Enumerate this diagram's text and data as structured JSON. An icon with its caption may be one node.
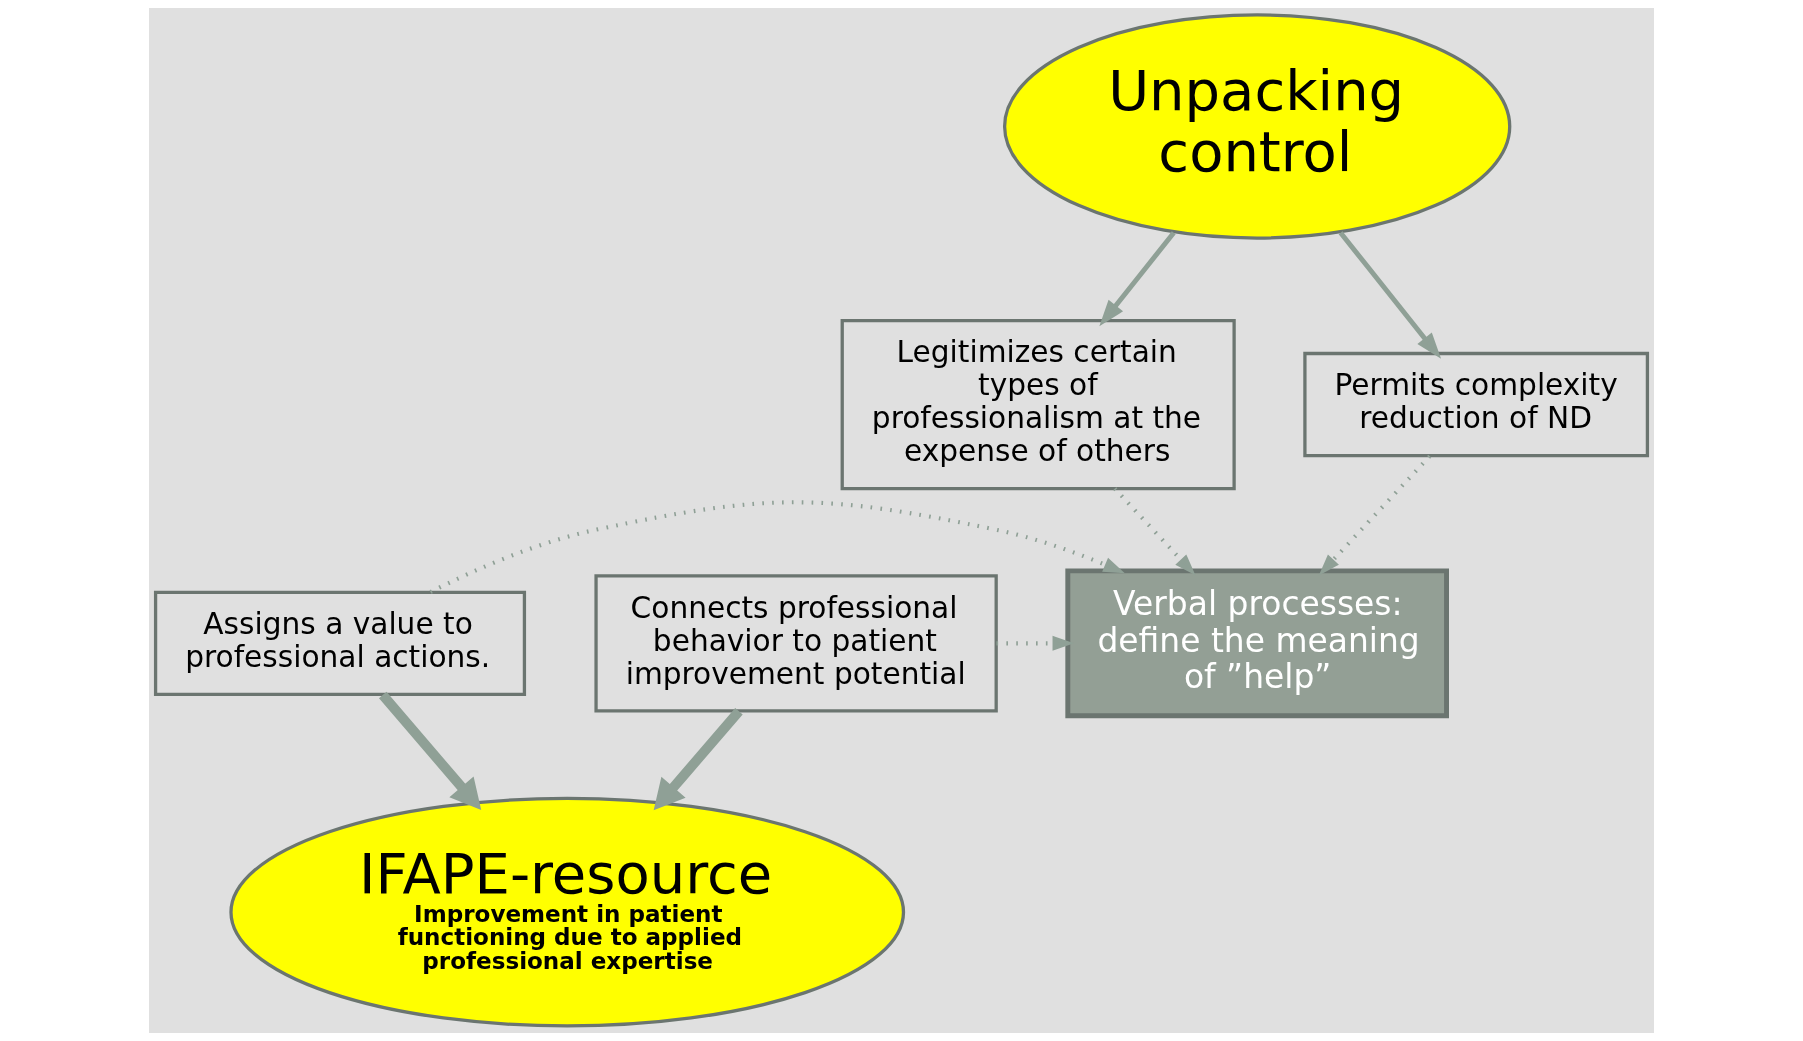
{
  "diagram": {
    "nodes": [
      {
        "text": [
          "Unpacking control"
        ]
      },
      {
        "text": [
          "Legitimizes certain types of professionalism at the expense of others"
        ]
      },
      {
        "text": [
          "Permits complexity reduction of ND"
        ]
      },
      {
        "text": [
          "Verbal processes: define the meaning of ”help”"
        ]
      },
      {
        "text": [
          "Assigns a value to professional actions."
        ]
      },
      {
        "text": [
          "Connects professional behavior to patient improvement potential"
        ]
      },
      {
        "text": [
          "IFAPE-resource",
          "Improvement in patient functioning due to applied professional expertise"
        ]
      }
    ],
    "edges": [
      {
        "from": 0,
        "to": 1,
        "arrow": "to"
      },
      {
        "from": 0,
        "to": 2,
        "arrow": "to"
      },
      {
        "from": 1,
        "to": 3,
        "arrow": "to",
        "style": "dashed"
      },
      {
        "from": 4,
        "to": 3,
        "arrow": "to",
        "style": "dashed"
      },
      {
        "from": 2,
        "to": 3,
        "arrow": "to",
        "style": "dashed"
      },
      {
        "from": 5,
        "to": 3,
        "arrow": "to",
        "style": "dashed"
      },
      {
        "from": 4,
        "to": 6,
        "arrow": "to",
        "style": "thick"
      },
      {
        "from": 5,
        "to": 6,
        "arrow": "to",
        "style": "thick"
      }
    ]
  }
}
